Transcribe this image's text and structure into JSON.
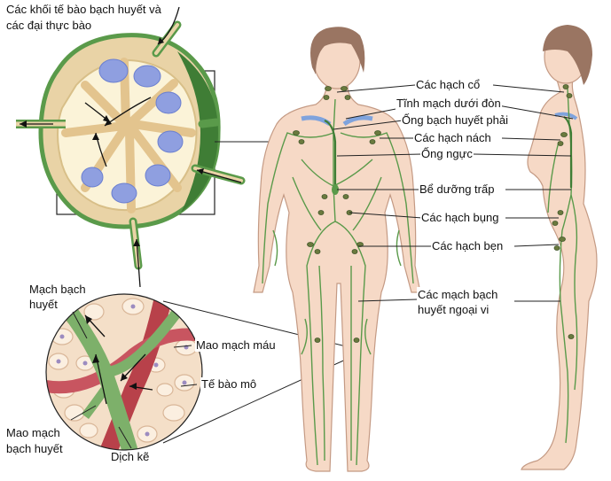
{
  "labels": {
    "lymph_node_cells": "Các khối tế bào bạch huyết và các đại thực bào",
    "cervical_nodes": "Các hạch cổ",
    "subclavian_vein": "Tĩnh mạch dưới đòn",
    "right_lymph_duct": "Ống bạch huyết phải",
    "axillary_nodes": "Các hạch nách",
    "thoracic_duct": "Ống ngực",
    "cisterna_chyli": "Bể dưỡng trấp",
    "abdominal_nodes": "Các hạch bụng",
    "inguinal_nodes": "Các hạch bẹn",
    "peripheral_vessels": "Các mạch bạch huyết ngoại vi",
    "lymph_vessel": "Mạch bạch huyết",
    "blood_capillary": "Mao mạch máu",
    "tissue_cell": "Tế bào mô",
    "lymph_capillary": "Mao mạch bạch huyết",
    "interstitial_fluid": "Dịch kẽ"
  },
  "colors": {
    "lymph_green": "#5a9a4a",
    "node_tan": "#e9d3a6",
    "node_cream": "#fbf3d8",
    "follicle_blue": "#8f9fe0",
    "skin": "#f6d9c6",
    "skin_outline": "#c49a84",
    "hair": "#9a7562",
    "blood_red": "#b8414a",
    "vein_blue": "#7fa3dd"
  }
}
